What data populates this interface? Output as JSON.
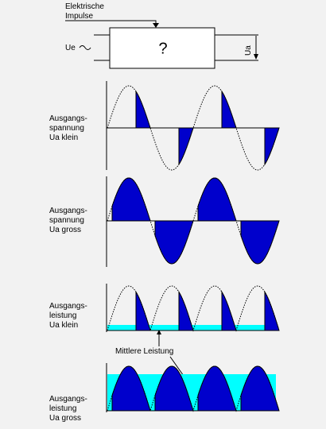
{
  "header": {
    "pulse_label_1": "Elektrische",
    "pulse_label_2": "Impulse",
    "input_label": "Ue",
    "box_label": "?",
    "output_label": "Ua"
  },
  "panels": [
    {
      "label_lines": [
        "Ausgangs-",
        "spannung",
        "Ua klein"
      ]
    },
    {
      "label_lines": [
        "Ausgangs-",
        "spannung",
        "Ua gross"
      ]
    },
    {
      "label_lines": [
        "Ausgangs-",
        "leistung",
        "Ua klein"
      ]
    },
    {
      "label_lines": [
        "Ausgangs-",
        "leistung",
        "Ua gross"
      ]
    }
  ],
  "annotation": {
    "mean_power": "Mittlere Leistung"
  },
  "colors": {
    "fill": "#0000cc",
    "mean_power": "#00ffff",
    "background": "#f2f2f2"
  }
}
